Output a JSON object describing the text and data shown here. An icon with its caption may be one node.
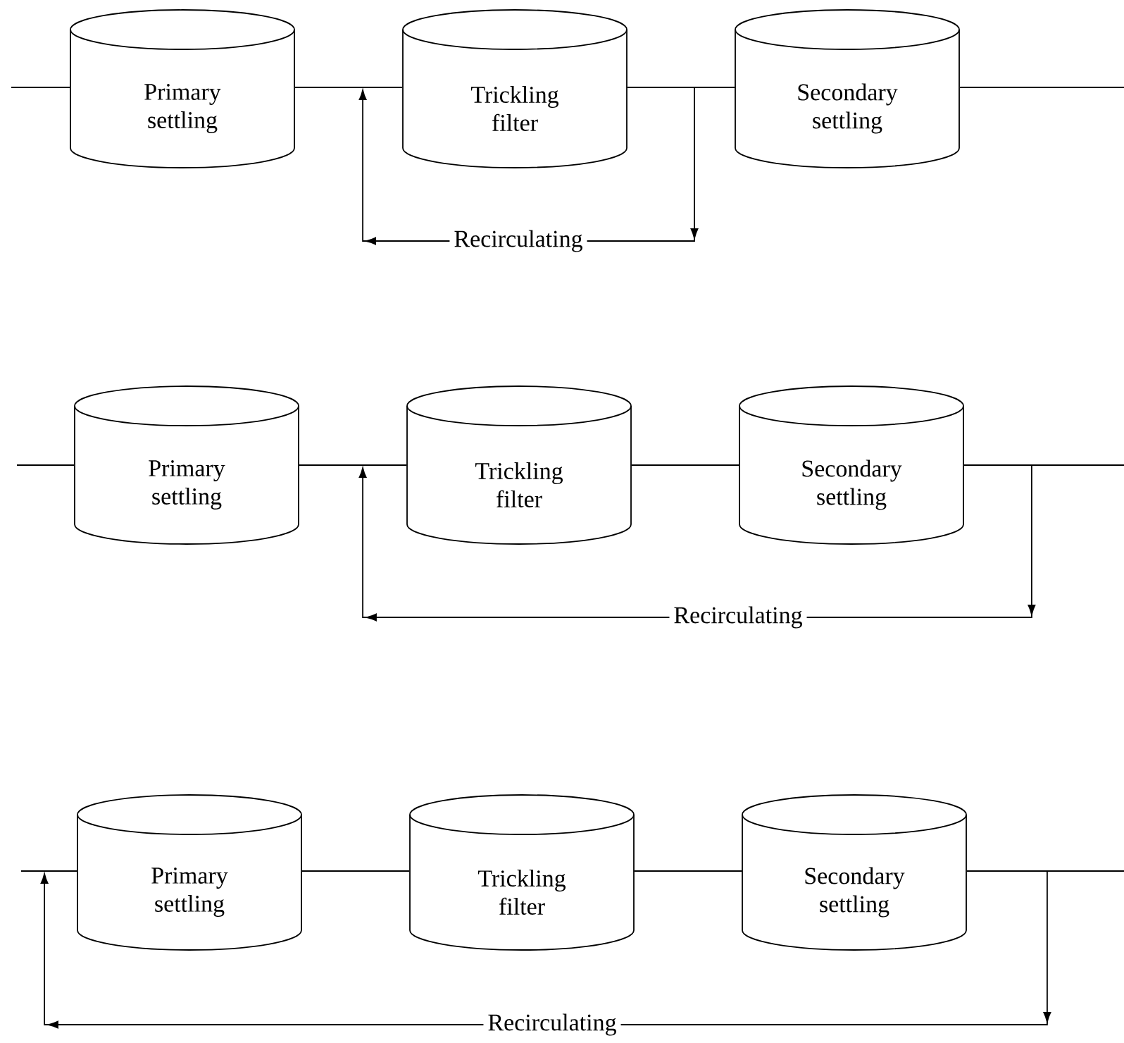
{
  "diagram": {
    "nodes": [
      {
        "text": [
          "Primary settling"
        ]
      },
      {
        "text": [
          "Trickling filter"
        ]
      },
      {
        "text": [
          "Secondary settling"
        ]
      },
      {
        "text": [
          "Primary settling"
        ]
      },
      {
        "text": [
          "Trickling filter"
        ]
      },
      {
        "text": [
          "Secondary settling"
        ]
      },
      {
        "text": [
          "Primary settling"
        ]
      },
      {
        "text": [
          "Trickling filter"
        ]
      },
      {
        "text": [
          "Secondary settling"
        ]
      }
    ],
    "edges": [
      {
        "from": null,
        "to": 0,
        "arrow": "none"
      },
      {
        "from": 0,
        "to": 1,
        "arrow": "none"
      },
      {
        "from": 1,
        "to": 2,
        "arrow": "none"
      },
      {
        "from": 2,
        "to": null,
        "arrow": "none"
      },
      {
        "from": null,
        "to": 1,
        "arrow": "to",
        "label": "Recirculating"
      },
      {
        "from": null,
        "to": 3,
        "arrow": "none"
      },
      {
        "from": 3,
        "to": 4,
        "arrow": "none"
      },
      {
        "from": 4,
        "to": 5,
        "arrow": "none"
      },
      {
        "from": 5,
        "to": null,
        "arrow": "none"
      },
      {
        "from": 5,
        "to": 4,
        "arrow": "to",
        "label": "Recirculating"
      },
      {
        "from": null,
        "to": 6,
        "arrow": "none"
      },
      {
        "from": 6,
        "to": 7,
        "arrow": "none"
      },
      {
        "from": 7,
        "to": 8,
        "arrow": "none"
      },
      {
        "from": 8,
        "to": null,
        "arrow": "none"
      },
      {
        "from": 8,
        "to": 6,
        "arrow": "to",
        "label": "Recirculating"
      }
    ]
  }
}
